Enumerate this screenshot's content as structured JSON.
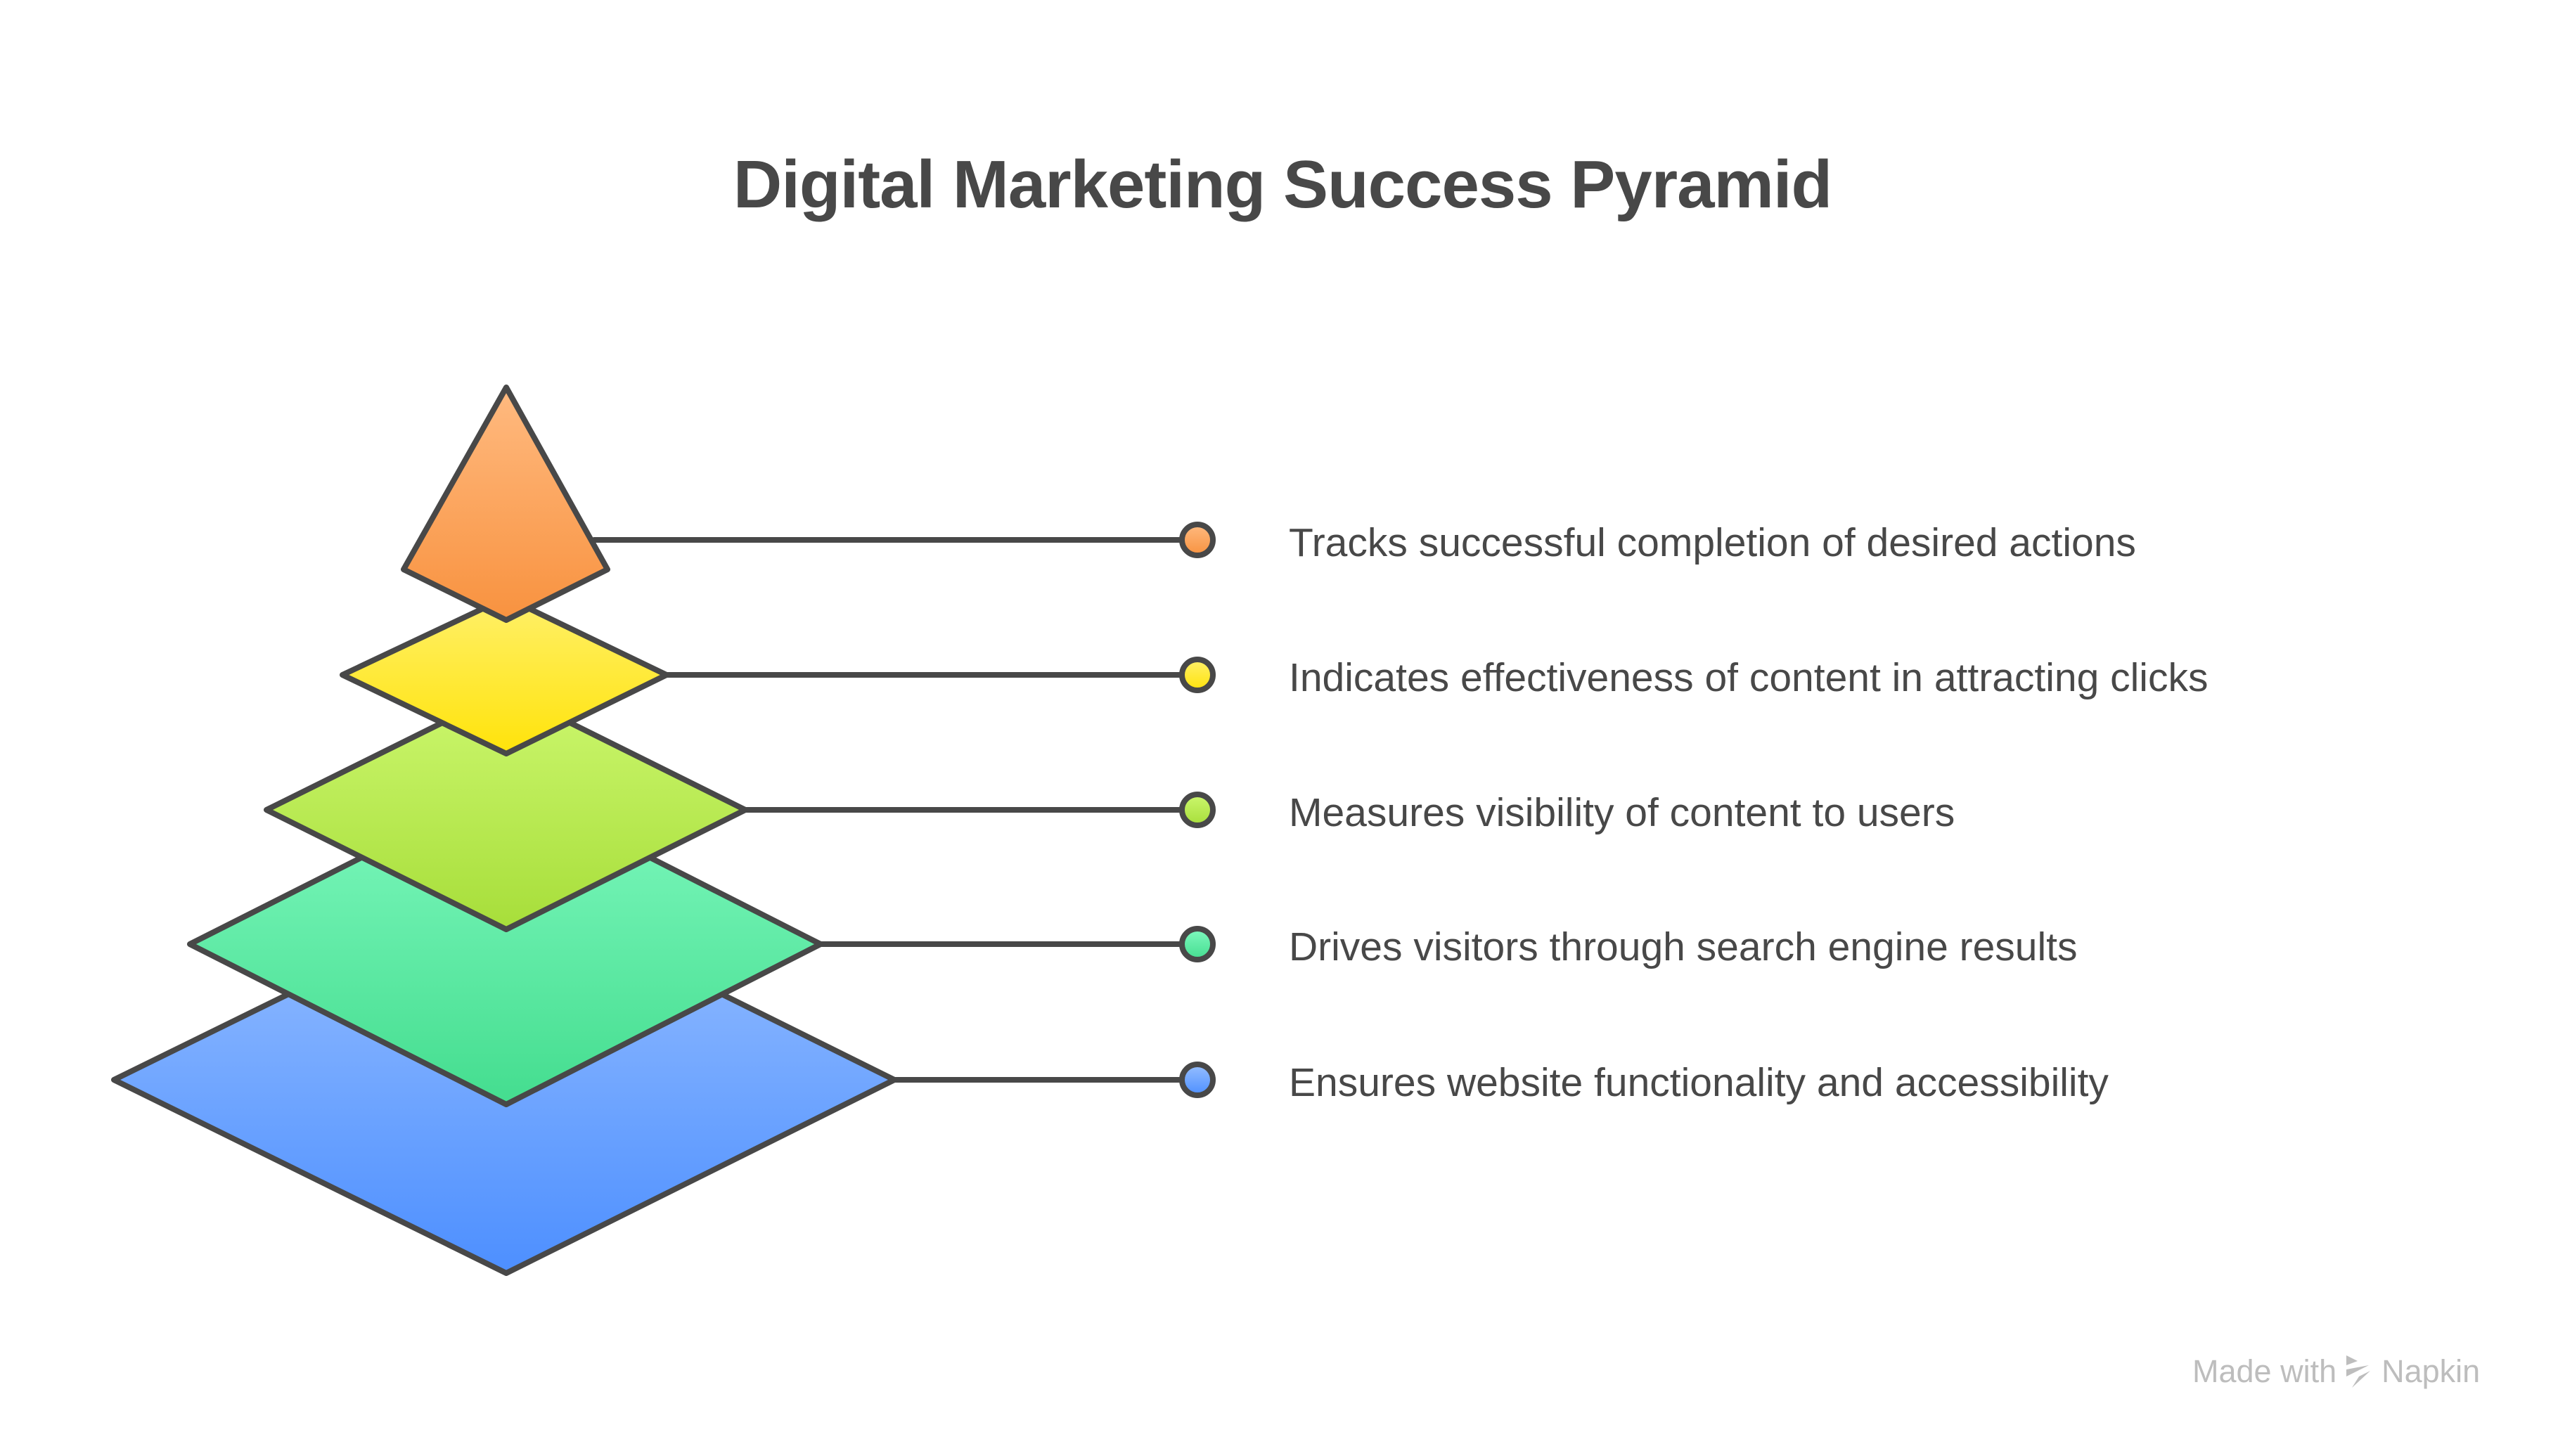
{
  "title": "Digital Marketing Success Pyramid",
  "layers": [
    {
      "level": 1,
      "position": "top",
      "description": "Tracks successful completion of desired actions",
      "color_top": "#FFBA80",
      "color_bottom": "#F8923F"
    },
    {
      "level": 2,
      "position": "second",
      "description": "Indicates effectiveness of content in attracting clicks",
      "color_top": "#FFF06A",
      "color_bottom": "#FFE30A"
    },
    {
      "level": 3,
      "position": "middle",
      "description": "Measures visibility of content to users",
      "color_top": "#CCF76E",
      "color_bottom": "#A7DE3A"
    },
    {
      "level": 4,
      "position": "fourth",
      "description": "Drives visitors through search engine results",
      "color_top": "#7FF9BF",
      "color_bottom": "#44DD8F"
    },
    {
      "level": 5,
      "position": "base",
      "description": "Ensures website functionality and accessibility",
      "color_top": "#97BFFF",
      "color_bottom": "#4D8FFF"
    }
  ],
  "stroke_color": "#484848",
  "watermark": {
    "prefix": "Made with",
    "brand": "Napkin"
  }
}
